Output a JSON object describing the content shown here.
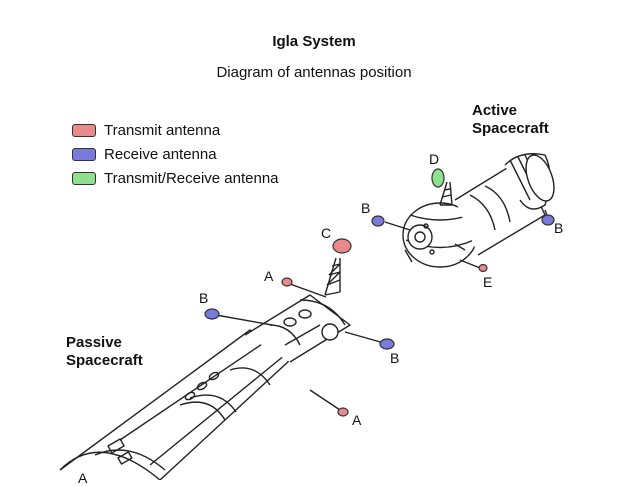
{
  "header": {
    "title": "Igla System",
    "subtitle": "Diagram of antennas position"
  },
  "legend": [
    {
      "label": "Transmit antenna",
      "color": "#e88a8a"
    },
    {
      "label": "Receive antenna",
      "color": "#7a7adc"
    },
    {
      "label": "Transmit/Receive antenna",
      "color": "#8ee08e"
    }
  ],
  "spacecraft": {
    "active": {
      "line1": "Active",
      "line2": "Spacecraft"
    },
    "passive": {
      "line1": "Passive",
      "line2": "Spacecraft"
    }
  },
  "antenna_labels": {
    "a_upper": "A",
    "a_lower": "A",
    "a_partial": "A",
    "b_passive_left": "B",
    "b_passive_right": "B",
    "b_active_left": "B",
    "b_active_right": "B",
    "c": "C",
    "d": "D",
    "e": "E"
  }
}
